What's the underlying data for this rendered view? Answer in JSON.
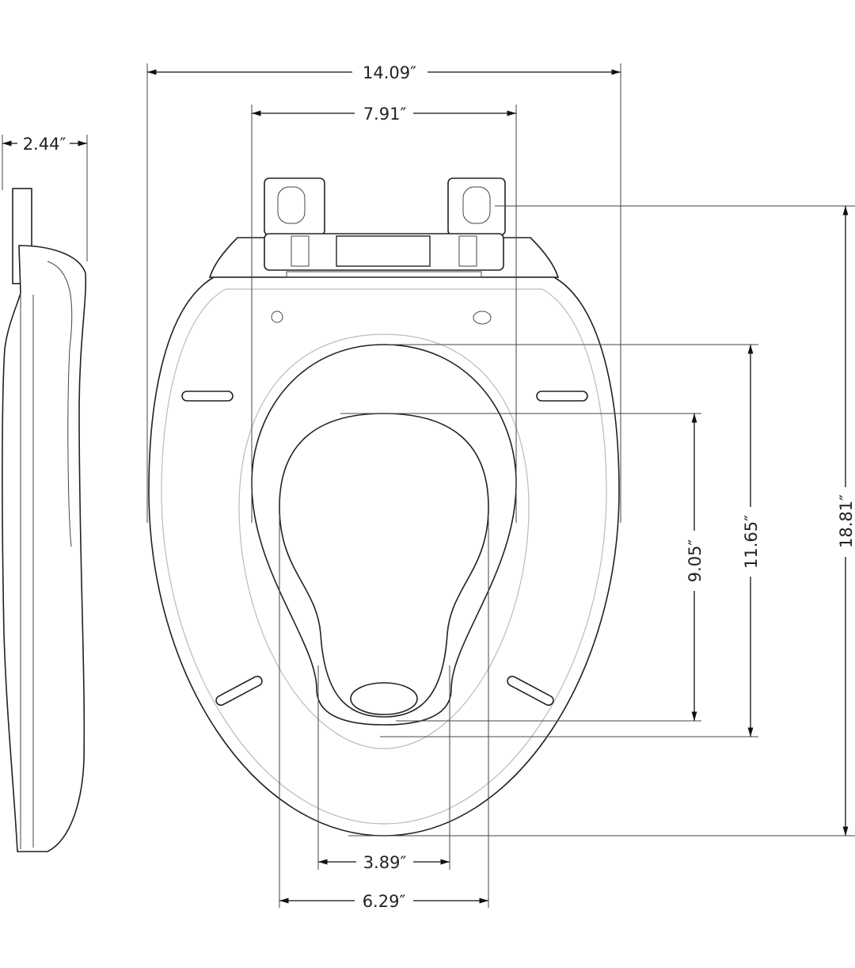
{
  "colors": {
    "line": "#111111",
    "faint": "#bbbbbb"
  },
  "dimensions": {
    "overall_width": "14.09″",
    "hinge_width": "7.91″",
    "side_height": "2.44″",
    "overall_length": "18.81″",
    "outer_opening_length": "11.65″",
    "inner_opening_length": "9.05″",
    "inner_opening_narrow_width": "3.89″",
    "inner_opening_width": "6.29″"
  }
}
